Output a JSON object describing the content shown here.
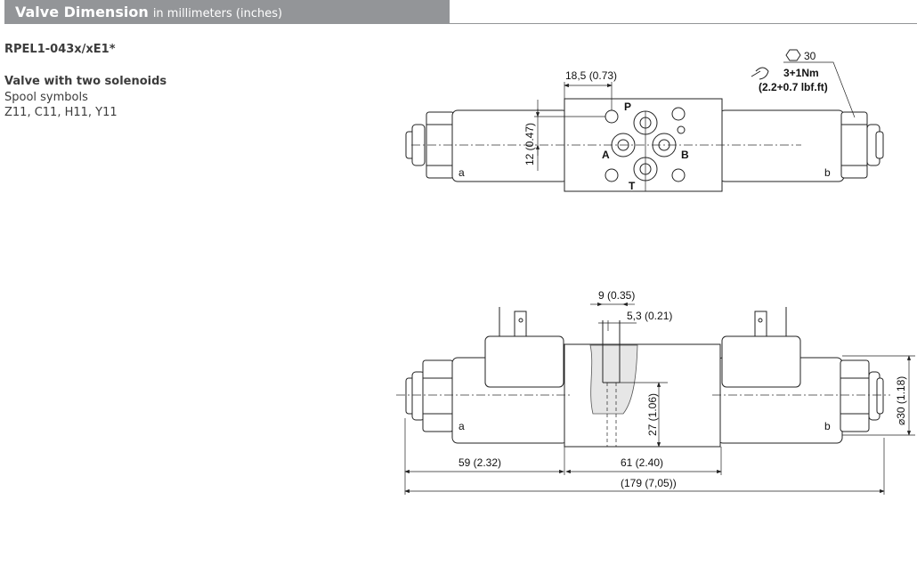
{
  "header": {
    "title": "Valve Dimension",
    "subtitle": "in millimeters (inches)",
    "bar_color": "#939598"
  },
  "model": "RPEL1-043x/xE1*",
  "description": {
    "heading": "Valve with two solenoids",
    "line1": "Spool symbols",
    "line2": "Z11, C11, H11, Y11"
  },
  "top_view": {
    "dim_offset": "18,5 (0.73)",
    "dim_height": "12 (0.47)",
    "ports": {
      "p": "P",
      "a": "A",
      "b": "B",
      "t": "T"
    },
    "solenoid_a": "a",
    "solenoid_b": "b",
    "hex_size": "30",
    "torque": "3+1Nm",
    "torque_imperial": "(2.2+0.7 lbf.ft)",
    "icons": [
      "hexagon-icon",
      "wrench-icon"
    ]
  },
  "side_view": {
    "dim_9": "9 (0.35)",
    "dim_5_3": "5,3 (0.21)",
    "dim_27": "27 (1.06)",
    "dim_diameter": "⌀30 (1.18)",
    "dim_59": "59  (2.32)",
    "dim_61": "61 (2.40)",
    "dim_total": "(179 (7,05))",
    "solenoid_a": "a",
    "solenoid_b": "b"
  }
}
